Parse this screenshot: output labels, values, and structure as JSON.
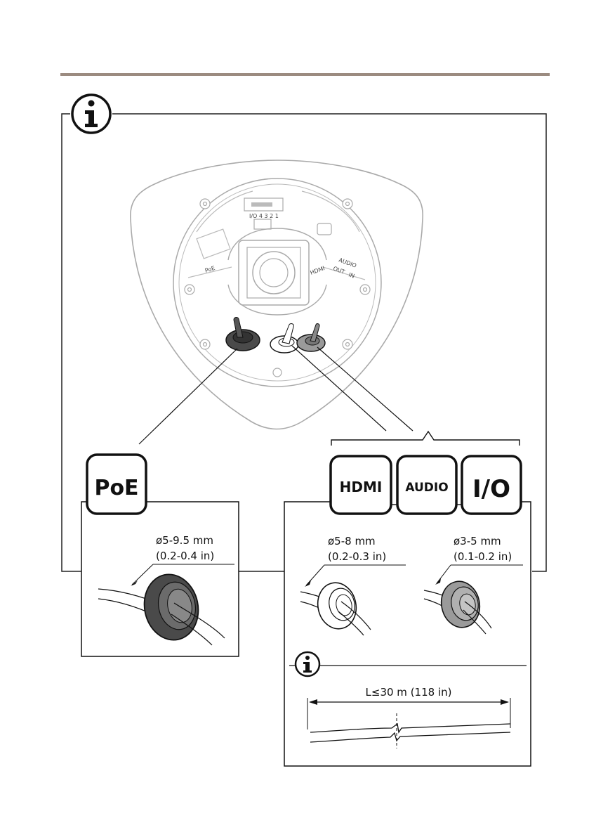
{
  "header_rule_color": "#9b8b80",
  "info_icon": "info-icon",
  "camera_labels": {
    "io": "I/O 4 3 2 1",
    "poe": "PoE",
    "hdmi": "HDMI",
    "audio": "AUDIO",
    "out": "OUT",
    "in": "IN"
  },
  "badges": {
    "poe": "PoE",
    "hdmi": "HDMI",
    "audio": "AUDIO",
    "io": "I/O"
  },
  "gaskets": {
    "poe": {
      "diameter": "ø5-9.5 mm",
      "inches": "(0.2-0.4 in)",
      "color": "#4a4a4a"
    },
    "hdmi": {
      "diameter": "ø5-8 mm",
      "inches": "(0.2-0.3 in)",
      "color": "#ffffff"
    },
    "io": {
      "diameter": "ø3-5 mm",
      "inches": "(0.1-0.2 in)",
      "color": "#9a9a9a"
    }
  },
  "cable_length": "L≤30 m (118 in)"
}
